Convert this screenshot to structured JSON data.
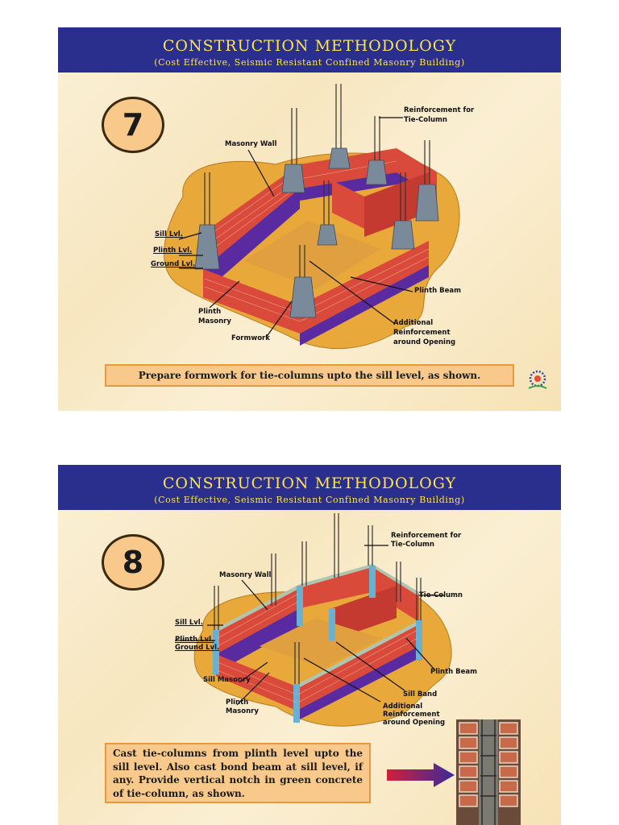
{
  "slides": [
    {
      "header": {
        "title": "CONSTRUCTION METHODOLOGY",
        "subtitle": "(Cost Effective, Seismic Resistant Confined Masonry Building)"
      },
      "step": "7",
      "labels": {
        "reinforcement": "Reinforcement for",
        "reinforcement2": "Tie-Column",
        "masonry_wall": "Masonry Wall",
        "sill_lvl": "Sill Lvl.",
        "plinth_lvl": "Plinth Lvl.",
        "ground_lvl": "Ground Lvl.",
        "plinth_masonry": "Plinth",
        "plinth_masonry2": "Masonry",
        "formwork": "Formwork",
        "plinth_beam": "Plinth Beam",
        "additional": "Additional",
        "additional2": "Reinforcement",
        "additional3": "around Opening"
      },
      "caption": "Prepare formwork for tie-columns upto the sill level, as shown."
    },
    {
      "header": {
        "title": "CONSTRUCTION METHODOLOGY",
        "subtitle": "(Cost Effective, Seismic Resistant Confined Masonry Building)"
      },
      "step": "8",
      "labels": {
        "reinforcement": "Reinforcement for",
        "reinforcement2": "Tie-Column",
        "masonry_wall": "Masonry Wall",
        "tie_column": "Tie-Column",
        "sill_lvl": "Sill Lvl.",
        "plinth_lvl": "Plinth Lvl.",
        "ground_lvl": "Ground Lvl.",
        "sill_masonry": "Sill Masonry",
        "plinth_masonry": "Plinth",
        "plinth_masonry2": "Masonry",
        "plinth_beam": "Plinth Beam",
        "sill_band": "Sill Band",
        "additional": "Additional",
        "additional2": "Reinforcement",
        "additional3": "around Opening"
      },
      "caption": "Cast tie-columns from plinth level upto the sill level. Also cast bond beam at sill level, if any. Provide vertical notch in green concrete of tie-column, as shown."
    }
  ],
  "colors": {
    "header_bg": "#2a2f8e",
    "header_text": "#ffe44a",
    "badge_fill": "#f8c98a",
    "caption_fill": "#f8c98a",
    "ground_fill": "#e8a83a",
    "brick": "#d94a3a",
    "masonry_purple": "#5a2aa0",
    "arrow_gradient_start": "#d0203a",
    "arrow_gradient_end": "#3a2a9a"
  },
  "icons": [
    "logo-icon",
    "arrow-right-icon"
  ]
}
